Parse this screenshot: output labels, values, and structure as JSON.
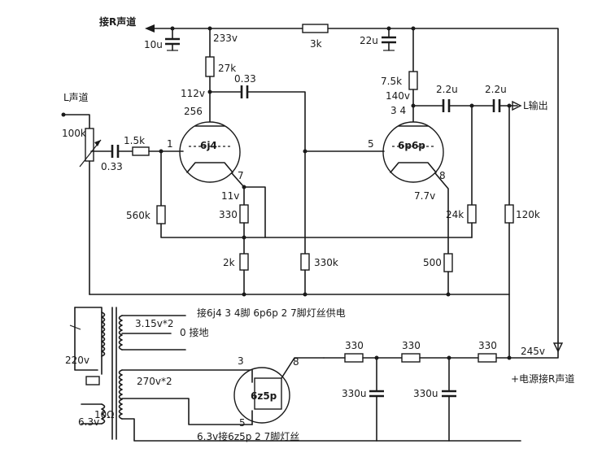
{
  "top_labels": {
    "right_channel_link": "接R声道",
    "cap_10u": "10u",
    "v233": "233v",
    "r3k": "3k",
    "cap_22u": "22u"
  },
  "left_stage": {
    "input_label": "L声道",
    "pot": "100k",
    "r_series": "1.5k",
    "cap_in": "0.33",
    "r_plate": "27k",
    "v_plate": "112v",
    "pins_plate": "256",
    "cap_coupling": "0.33",
    "tube": "6j4",
    "pin_grid": "1",
    "pin_cathode": "7",
    "v_cathode": "11v",
    "r_grid": "560k",
    "r_cathode": "330",
    "r_cathode2": "2k",
    "r_bias": "330k"
  },
  "right_stage": {
    "r_plate": "7.5k",
    "v_plate": "140v",
    "pins_plate": "3 4",
    "cap_out1": "2.2u",
    "cap_out2": "2.2u",
    "output_label": "L输出",
    "tube": "6p6p",
    "pin_grid": "5",
    "pin_cathode": "8",
    "v_cathode": "7.7v",
    "r_fb": "24k",
    "r_cathode": "500",
    "r_bleed": "120k"
  },
  "power": {
    "heater_note": "接6j4 3 4脚 6p6p 2 7脚灯丝供电",
    "winding_heater": "3.15v*2",
    "ground_note": "0 接地",
    "mains": "220v",
    "winding_hv": "270v*2",
    "winding_rect_heater": "6.3v",
    "winding_rect_ohm": "10Ω",
    "rect_tube": "6z5p",
    "rect_pin3": "3",
    "rect_pin8": "8",
    "rect_pin5": "5",
    "rect_heater_note": "6.3v接6z5p 2 7脚灯丝",
    "r_filter1": "330",
    "r_filter2": "330",
    "r_filter3": "330",
    "cap_filter1": "330u",
    "cap_filter2": "330u",
    "b_plus": "245v",
    "b_plus_note": "+电源接R声道"
  }
}
